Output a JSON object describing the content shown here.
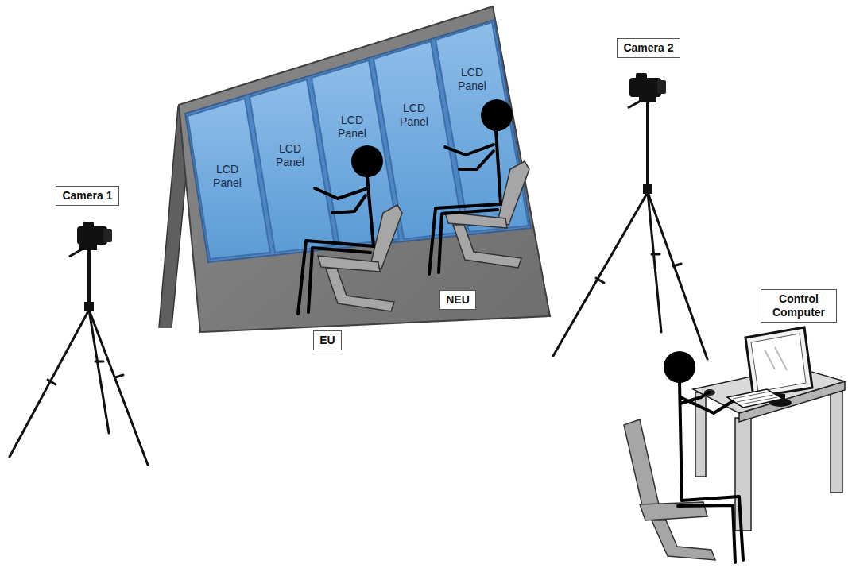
{
  "diagram": {
    "nodes": [
      {
        "text": [
          "LCD Panel"
        ]
      },
      {
        "text": [
          "LCD Panel"
        ]
      },
      {
        "text": [
          "LCD Panel"
        ]
      },
      {
        "text": [
          "LCD Panel"
        ]
      },
      {
        "text": [
          "LCD Panel"
        ]
      },
      {
        "text": [
          "Camera 1"
        ]
      },
      {
        "text": [
          "Camera 2"
        ]
      },
      {
        "text": [
          "EU"
        ]
      },
      {
        "text": [
          "NEU"
        ]
      },
      {
        "text": [
          "Control Computer"
        ]
      }
    ]
  }
}
